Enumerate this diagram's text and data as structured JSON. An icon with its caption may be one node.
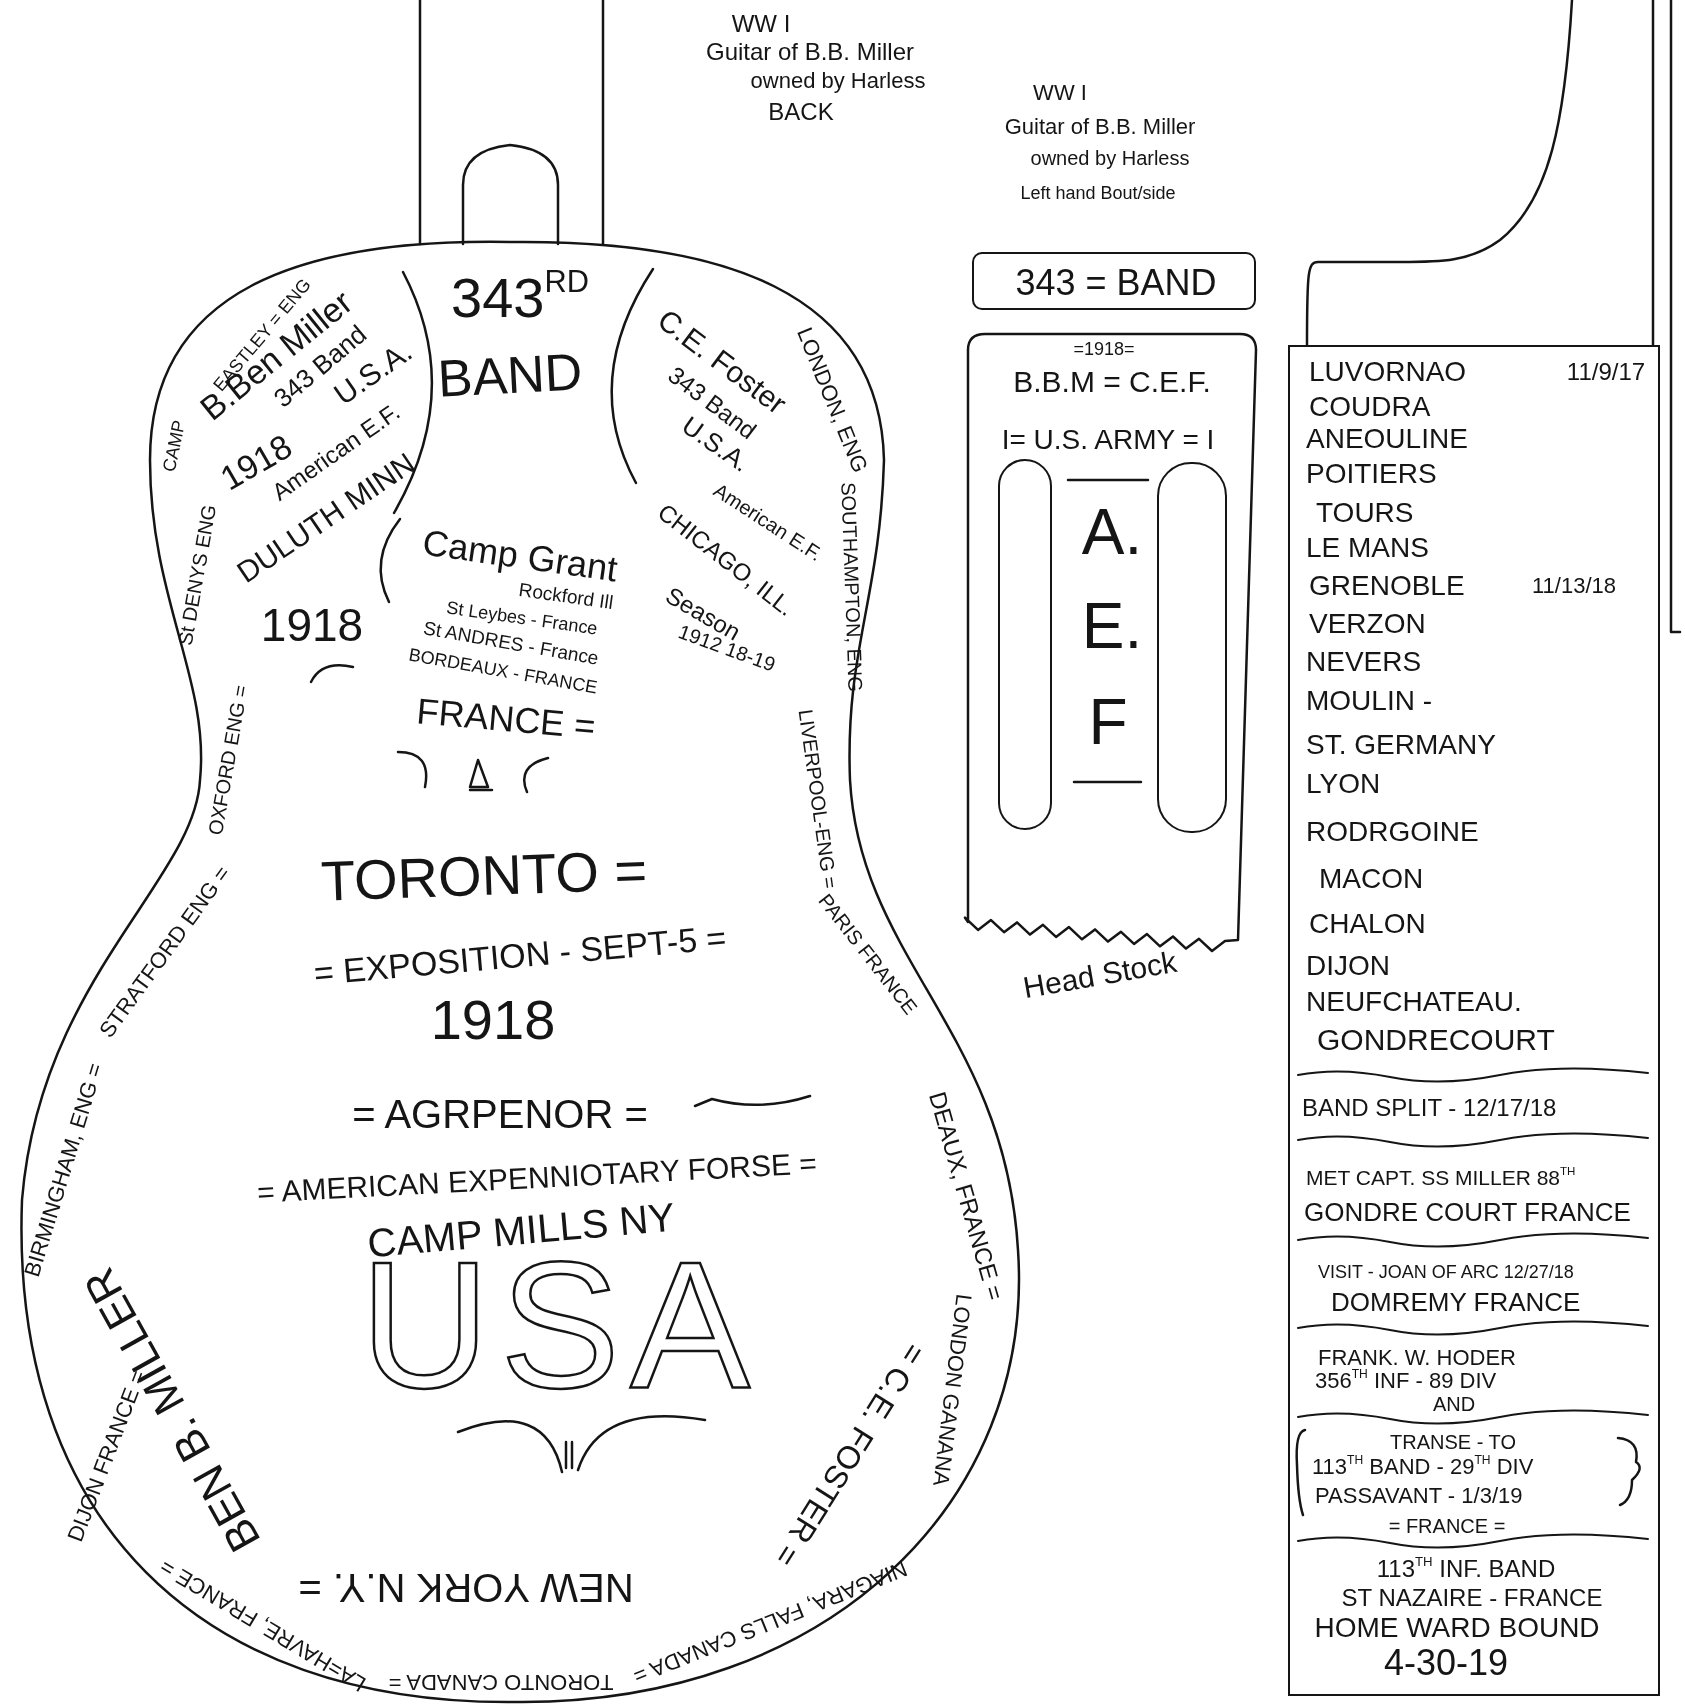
{
  "diagram": {
    "nodes": [
      {
        "text": [
          "343$^{RD}$",
          "BAND",
          "B.Ben Miller",
          "343 Band",
          "1918",
          "U.S.A.",
          "American E.F.",
          "DULUTH MINN",
          "C.E. Foster",
          "343 Band",
          "U.S.A.",
          "American E.F.",
          "CHICAGO, ILL.",
          "Season",
          "1912 18-19",
          "1918",
          "Camp Grant",
          "Rockford Ill",
          "St Leybes - France",
          "St ANDRES - France",
          "BORDEAUX - FRANCE",
          "FRANCE =",
          "TORONTO =",
          "= EXPOSITION - SEPT-5 =",
          "1918",
          "= AGRPENOR =",
          "= AMERICAN EXPENNIOTARY FORSE =",
          "CAMP MILLS NY",
          "USA",
          "BEN B. MILLER",
          "NEW YORK N.Y. =",
          "= C.E. FOSTER =",
          "EASTLEY = ENG",
          "CAMP",
          "St DENYS ENG",
          "OXFORD ENG =",
          "STRATFORD ENG =",
          "BIRMINGHAM, ENG =",
          "DIJON FRANCE =",
          "LA=HAVRE, FRANCE =",
          "TORONTO CANADA =",
          "NIAGARA, FALLS CANADA =",
          "LONDON GANANA",
          "DEAUX, FRANCE =",
          "PARIS FRANCE",
          "LIVERPOOL-ENG =",
          "SOUTHAMPTON, ENG",
          "LONDON, ENG"
        ]
      },
      {
        "text": [
          "343 = BAND"
        ]
      },
      {
        "text": [
          "=1918=",
          "B.B.M = C.E.F.",
          "I= U.S. ARMY = I",
          "A.",
          "E.",
          "F"
        ],
        "beside": [
          "Head Stock"
        ]
      },
      {
        "text": [],
        "shape": "box",
        "in": 2
      },
      {
        "text": [],
        "shape": "box",
        "in": 2
      },
      {
        "text": [
          "LUVORNAO",
          "11/9/17",
          "COUDRA",
          "ANEOULINE",
          "POITIERS",
          "TOURS",
          "LE MANS",
          "GRENOBLE",
          "11/13/18",
          "VERZON",
          "NEVERS",
          "MOULIN -",
          "ST. GERMANY",
          "LYON",
          "RODRGOINE",
          "MACON",
          "CHALON",
          "DIJON",
          "NEUFCHATEAU.",
          "GONDRECOURT",
          "BAND SPLIT - 12/17/18",
          "MET CAPT. SS MILLER 88$^{TH}$",
          "GONDRE COURT FRANCE",
          "VISIT - JOAN OF ARC 12/27/18",
          "DOMREMY FRANCE",
          "FRANK. W. HODER",
          "356$^{TH}$ INF - 89 DIV",
          "AND",
          "TRANSE - TO",
          "113$^{TH}$ BAND - 29$^{TH}$ DIV",
          "PASSAVANT - 1/3/19",
          "= FRANCE =",
          "113$^{TH}$ INF. BAND",
          "ST NAZAIRE - FRANCE",
          "HOME WARD BOUND",
          "4-30-19"
        ]
      }
    ],
    "labels": [
      "WW I",
      "Guitar of B.B. Miller",
      "owned by Harless",
      "BACK",
      "WW I",
      "Guitar of B.B. Miller",
      "owned by Harless",
      "Left hand Bout/side"
    ]
  }
}
